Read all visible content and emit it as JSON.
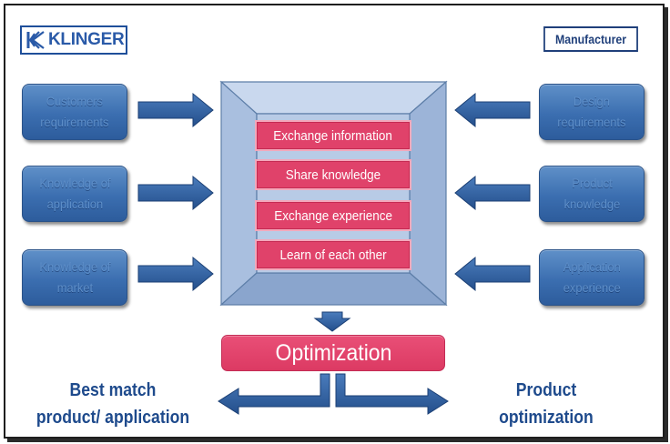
{
  "logo": {
    "text": "KLINGER"
  },
  "header": {
    "manufacturer_label": "Manufacturer"
  },
  "left_inputs": [
    {
      "label_line1": "Customers",
      "label_line2": "requirements"
    },
    {
      "label_line1": "Knowledge of",
      "label_line2": "application"
    },
    {
      "label_line1": "Knowledge of",
      "label_line2": "market"
    }
  ],
  "right_inputs": [
    {
      "label_line1": "Design",
      "label_line2": "requirements"
    },
    {
      "label_line1": "Product",
      "label_line2": "knowledge"
    },
    {
      "label_line1": "Application",
      "label_line2": "experience"
    }
  ],
  "center": {
    "items": [
      "Exchange information",
      "Share knowledge",
      "Exchange experience",
      "Learn of each other"
    ]
  },
  "result": {
    "label": "Optimization"
  },
  "outcomes": {
    "left_line1": "Best match",
    "left_line2": "product/ application",
    "right_line1": "Product",
    "right_line2": "optimization"
  },
  "colors": {
    "box_blue": "#3b6eb0",
    "arrow_blue": "#2f5f9e",
    "accent_pink": "#e0426a",
    "text_navy": "#1e4a8c"
  }
}
